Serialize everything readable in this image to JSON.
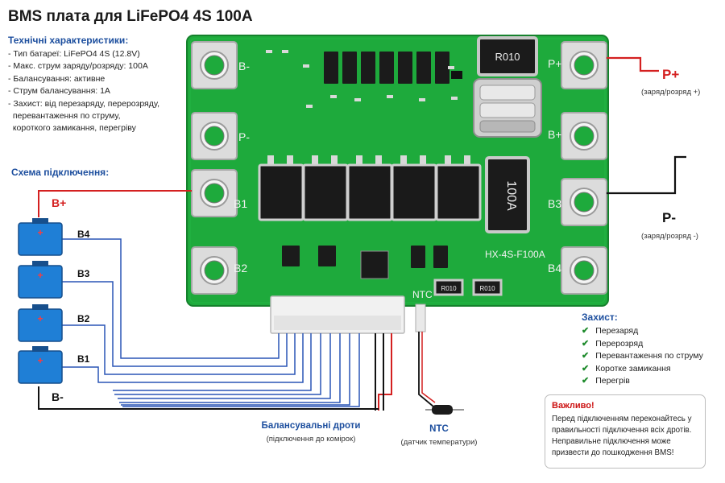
{
  "title": "BMS плата для LiFePO4 4S 100A",
  "specs": {
    "title": "Технічні характеристики:",
    "items": [
      "- Тип батареї: LiFePO4 4S (12.8V)",
      "- Макс. струм заряду/розряду: 100A",
      "- Балансування: активне",
      "- Струм балансування: 1A",
      "- Захист: від перезаряду, перерозряду,",
      "  перевантаження по струму,",
      "  короткого замикання, перегріву"
    ]
  },
  "scheme": {
    "title": "Схема підключення:",
    "b_plus": "B+",
    "b_minus": "B-",
    "cells": [
      "B4",
      "B3",
      "B2",
      "B1"
    ],
    "cell_plus": "+"
  },
  "board": {
    "pads_left": [
      "B-",
      "P-",
      "B1",
      "B2"
    ],
    "pads_right": [
      "P+",
      "B+",
      "B3",
      "B4"
    ],
    "shunt_top": "R010",
    "shunt_big": "100A",
    "model": "HX-4S-F100A",
    "ntc_label": "NTC",
    "small_resistors": [
      "R010",
      "R010"
    ]
  },
  "terminals": {
    "p_plus": "P+",
    "p_plus_sub": "(заряд/розряд +)",
    "p_minus": "P-",
    "p_minus_sub": "(заряд/розряд -)"
  },
  "wires": {
    "balance_title": "Балансувальні дроти",
    "balance_sub": "(підключення до комірок)",
    "ntc_title": "NTC",
    "ntc_sub": "(датчик температури)"
  },
  "protection": {
    "title": "Захист:",
    "items": [
      "Перезаряд",
      "Перерозряд",
      "Перевантаження по струму",
      "Коротке замикання",
      "Перегрів"
    ]
  },
  "warning": {
    "title": "Важливо!",
    "text": "Перед підключенням переконайтесь у правильності підключення всіх дротів. Неправильне підключення може призвести до пошкодження BMS!"
  },
  "colors": {
    "pcb": "#1eaa3c",
    "accent_blue": "#1c4e9e",
    "wire_red": "#d42020",
    "wire_blue": "#2a55b5",
    "battery_blue": "#1f7fd6",
    "check_green": "#1d8a2b"
  }
}
